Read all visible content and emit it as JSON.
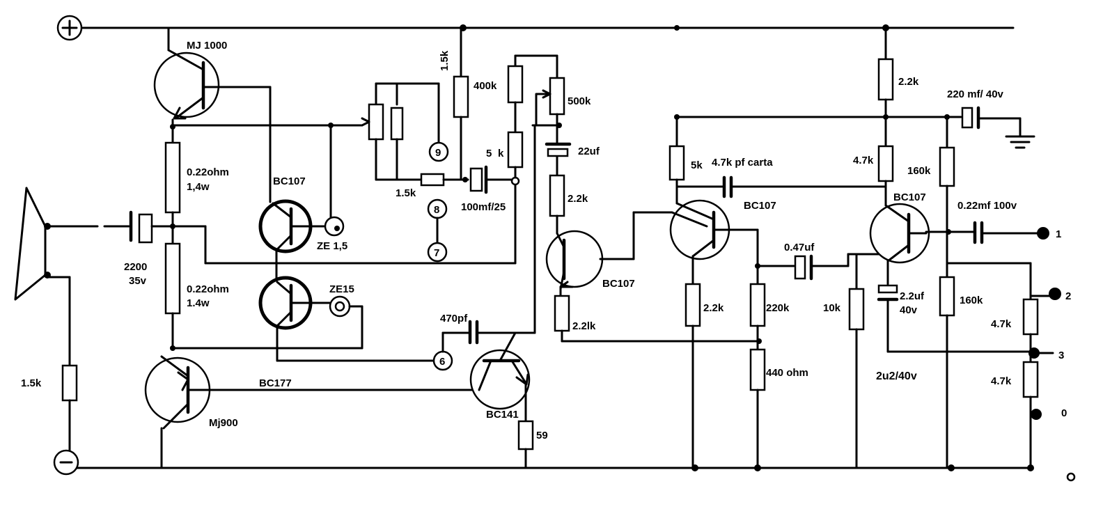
{
  "rails": {
    "positive_symbol": "+",
    "negative_symbol": "−"
  },
  "transistors": {
    "q_top_power": "MJ 1000",
    "q_bottom_power": "Mj900",
    "q_driver_top": "BC107",
    "q_driver_bottom": "BC177",
    "q_vas": "BC141",
    "q_pre_mid": "BC107",
    "q_pre_left": "BC107",
    "q_pre_right": "BC107"
  },
  "resistors": {
    "re_top": "0.22ohm",
    "re_top_w": "1,4w",
    "re_bottom": "0.22ohm",
    "re_bottom_w": "1.4w",
    "r_1k5_top": "1.5k",
    "r_400k": "400k",
    "pot_500k": "500k",
    "r_5k_stacked_a": "5",
    "r_5k_stacked_b": "k",
    "r_1k5_mid": "1.5k",
    "r_2k2_mid": "2.2k",
    "r_2k2_emitter": "2.2lk",
    "r_59": "59",
    "r_1k5_left": "1.5k",
    "r_5k": "5k",
    "r_2k2_pre": "2.2k",
    "r_220k": "220k",
    "r_440": "440 ohm",
    "r_2k2_top": "2.2k",
    "r_4k7_top": "4.7k",
    "r_160k_top": "160k",
    "r_160k_bottom": "160k",
    "r_10k": "10k",
    "r_4k7_out_a": "4.7k",
    "r_4k7_out_b": "4.7k"
  },
  "capacitors": {
    "c_output": "2200",
    "c_output_v": "35v",
    "c_22uf": "22uf",
    "c_100mf": "100mf/25",
    "c_470pf": "470pf",
    "c_4k7pf": "4.7k pf carta",
    "c_047uf": "0.47uf",
    "c_22uf_40v_a": "2.2uf",
    "c_22uf_40v_b": "40v",
    "c_2u2": "2u2/40v",
    "c_220mf": "220 mf/ 40v",
    "c_022mf": "0.22mf 100v"
  },
  "zeners": {
    "z_top": "ZE 1,5",
    "z_bottom": "ZE15"
  },
  "terminals": {
    "t9": "9",
    "t8": "8",
    "t7": "7",
    "t6": "6"
  },
  "connectors": {
    "in1": "1",
    "in2": "2",
    "in3": "3",
    "in0": "0"
  }
}
